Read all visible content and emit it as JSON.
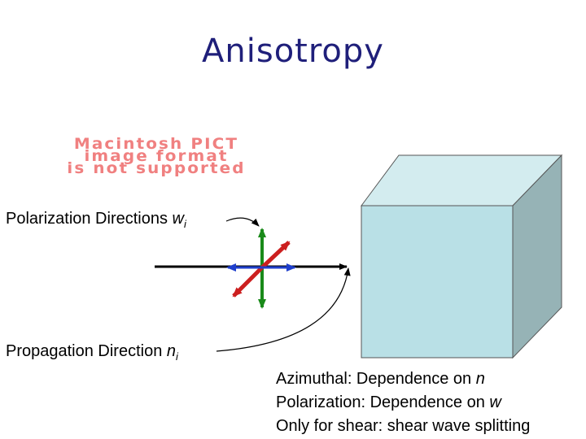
{
  "slide": {
    "title": "Anisotropy"
  },
  "pict_placeholder": {
    "lines": [
      "Macintosh PICT",
      "image format",
      "is not supported"
    ]
  },
  "labels": {
    "polarization": {
      "text": "Polarization Directions ",
      "symbol": "w",
      "subscript": "i"
    },
    "propagation": {
      "text": "Propagation Direction ",
      "symbol": "n",
      "subscript": "i"
    }
  },
  "notes": {
    "azimuthal": {
      "text": "Azimuthal: Dependence on ",
      "symbol": "n"
    },
    "polarization": {
      "text": "Polarization: Dependence on ",
      "symbol": "w"
    },
    "shear": {
      "text": "Only for shear: shear wave splitting"
    }
  },
  "colors": {
    "title": "#1f1f7a",
    "cube_front": "#b9e0e6",
    "cube_top": "#d3ecef",
    "cube_side": "#96b3b6",
    "arrow_green": "#1a8a1a",
    "arrow_red": "#cc1f1f",
    "arrow_blue": "#1f3fcc"
  }
}
